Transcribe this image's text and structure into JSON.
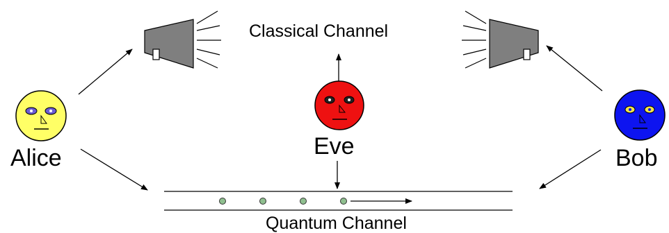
{
  "parties": {
    "alice": {
      "name": "Alice",
      "face_color": "#ffff66",
      "eye_color": "#6b5bd6"
    },
    "eve": {
      "name": "Eve",
      "face_color": "#ee1111",
      "eye_color": "#222222"
    },
    "bob": {
      "name": "Bob",
      "face_color": "#0d14f0",
      "eye_color": "#f2e34a"
    }
  },
  "channels": {
    "classical": "Classical Channel",
    "quantum": "Quantum Channel"
  },
  "colors": {
    "megaphone": "#7f7f7f",
    "line": "#000000",
    "photon": "#8fbf8f"
  },
  "icons": [
    "megaphone-icon",
    "face-icon",
    "photon-icon",
    "arrow-icon"
  ]
}
